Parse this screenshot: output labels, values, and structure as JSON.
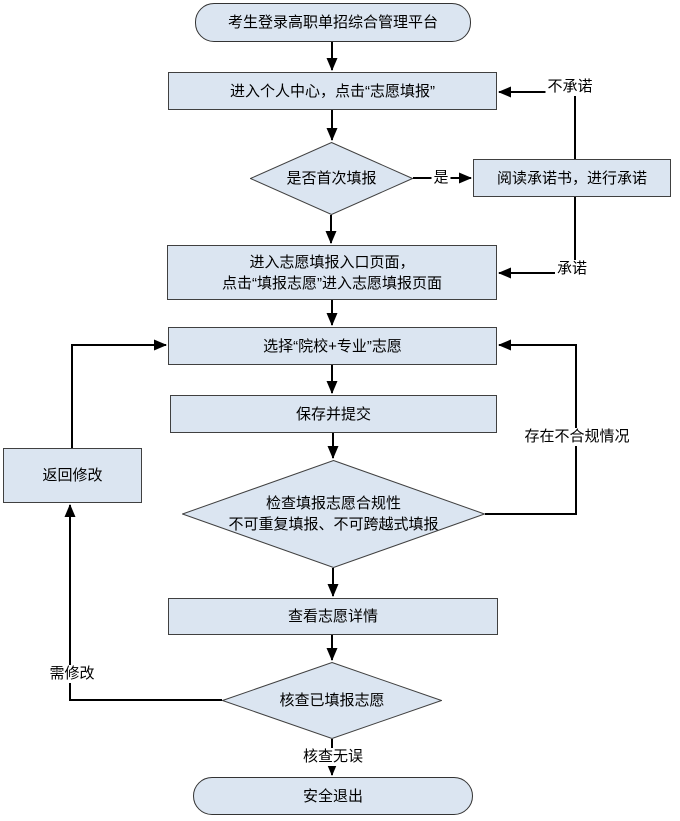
{
  "flowchart": {
    "nodes": {
      "start": {
        "label": "考生登录高职单招综合管理平台",
        "shape": "terminator"
      },
      "personal_center": {
        "label": "进入个人中心，点击“志愿填报”",
        "shape": "process"
      },
      "first_time_decision": {
        "label": "是否首次填报",
        "shape": "decision"
      },
      "read_commitment": {
        "label": "阅读承诺书，进行承诺",
        "shape": "process"
      },
      "entry_page": {
        "label": "进入志愿填报入口页面，\n点击“填报志愿”进入志愿填报页面",
        "shape": "process"
      },
      "select_college_major": {
        "label": "选择“院校+专业”志愿",
        "shape": "process"
      },
      "save_submit": {
        "label": "保存并提交",
        "shape": "process"
      },
      "compliance_decision": {
        "label": "检查填报志愿合规性\n不可重复填报、不可跨越式填报",
        "shape": "decision"
      },
      "view_details": {
        "label": "查看志愿详情",
        "shape": "process"
      },
      "verify_decision": {
        "label": "核查已填报志愿",
        "shape": "decision"
      },
      "return_modify": {
        "label": "返回修改",
        "shape": "process"
      },
      "end": {
        "label": "安全退出",
        "shape": "terminator"
      }
    },
    "edge_labels": {
      "yes": "是",
      "not_commit": "不承诺",
      "commit": "承诺",
      "non_compliant": "存在不合规情况",
      "need_modify": "需修改",
      "verified_ok": "核查无误"
    },
    "colors": {
      "node_fill": "#dbe5f1",
      "node_border": "#404040",
      "connector": "#000000",
      "background": "#ffffff"
    }
  }
}
